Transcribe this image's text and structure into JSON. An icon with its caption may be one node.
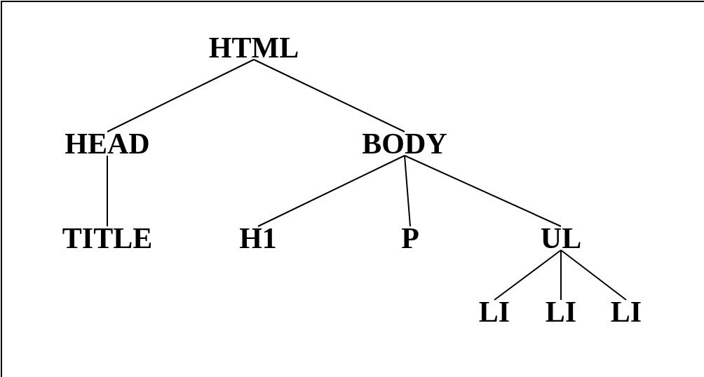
{
  "diagram": {
    "nodes": [
      {
        "text": [
          "HTML"
        ]
      },
      {
        "text": [
          "HEAD"
        ]
      },
      {
        "text": [
          "BODY"
        ]
      },
      {
        "text": [
          "TITLE"
        ]
      },
      {
        "text": [
          "H1"
        ]
      },
      {
        "text": [
          "P"
        ]
      },
      {
        "text": [
          "UL"
        ]
      },
      {
        "text": [
          "LI"
        ]
      },
      {
        "text": [
          "LI"
        ]
      },
      {
        "text": [
          "LI"
        ]
      }
    ],
    "edges": [
      {
        "from": 0,
        "to": 1,
        "arrow": "none"
      },
      {
        "from": 0,
        "to": 2,
        "arrow": "none"
      },
      {
        "from": 1,
        "to": 3,
        "arrow": "none"
      },
      {
        "from": 2,
        "to": 4,
        "arrow": "none"
      },
      {
        "from": 2,
        "to": 5,
        "arrow": "none"
      },
      {
        "from": 2,
        "to": 6,
        "arrow": "none"
      },
      {
        "from": 6,
        "to": 7,
        "arrow": "none"
      },
      {
        "from": 6,
        "to": 8,
        "arrow": "none"
      },
      {
        "from": 6,
        "to": 9,
        "arrow": "none"
      }
    ]
  }
}
